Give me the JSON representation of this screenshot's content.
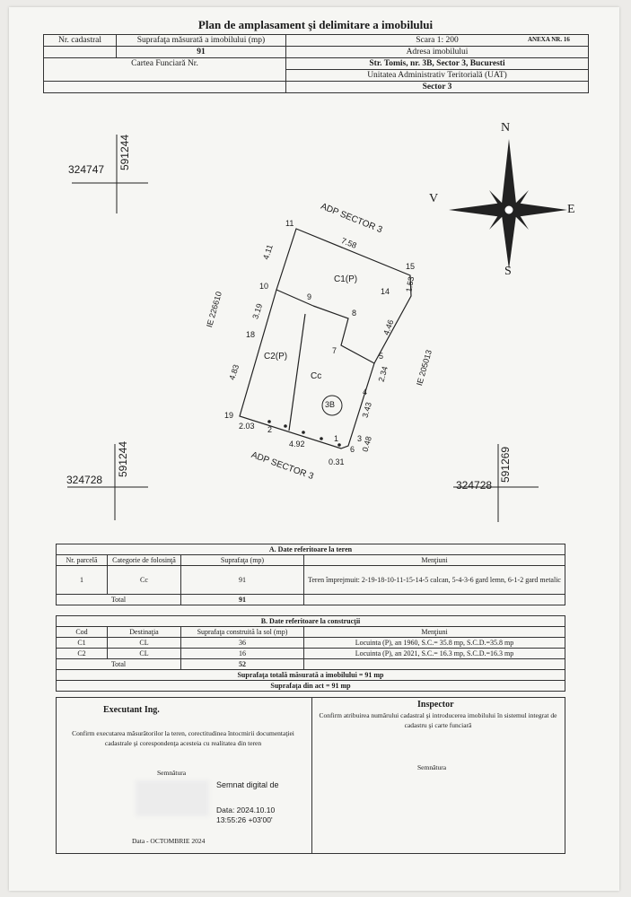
{
  "title": "Plan de amplasament şi delimitare a imobilului",
  "annex": "ANEXA NR. 16",
  "header": {
    "nr_cadastral_label": "Nr. cadastral",
    "suprafata_label": "Suprafaţa măsurată a imobilului (mp)",
    "suprafata_value": "91",
    "scale": "Scara 1: 200",
    "adresa_label": "Adresa imobilului",
    "adresa_value": "Str. Tomis, nr. 3B, Sector 3, Bucuresti",
    "carte_funciara_label": "Cartea Funciară Nr.",
    "uat_label": "Unitatea Administrativ Teritorială (UAT)",
    "uat_value": "Sector 3"
  },
  "plan": {
    "coords": {
      "top_left_x": "324747",
      "top_left_y": "591244",
      "bottom_left_x": "324728",
      "bottom_left_y": "591244",
      "bottom_right_x": "324728",
      "bottom_right_y": "591269"
    },
    "compass": {
      "n": "N",
      "s": "S",
      "e": "E",
      "v": "V"
    },
    "street_top": "ADP SECTOR 3",
    "street_bottom": "ADP SECTOR 3",
    "ie_left": "IE 226610",
    "ie_right": "IE 205013",
    "points": [
      "11",
      "15",
      "10",
      "9",
      "14",
      "18",
      "8",
      "7",
      "5",
      "4",
      "19",
      "2",
      "1",
      "6",
      "3"
    ],
    "dims": [
      "7.58",
      "4.11",
      "1.53",
      "3.19",
      "4.46",
      "4.83",
      "2.34",
      "3.43",
      "2.03",
      "4.92",
      "0.48",
      "0.31"
    ],
    "buildings": [
      "C1(P)",
      "C2(P)",
      "Cc"
    ],
    "parcel_label": "3B"
  },
  "table_a": {
    "section_title": "A. Date referitoare la teren",
    "headers": [
      "Nr. parcelă",
      "Categorie de folosinţă",
      "Suprafaţa (mp)",
      "Menţiuni"
    ],
    "row": [
      "1",
      "Cc",
      "91",
      "Teren împrejmuit: 2-19-18-10-11-15-14-5 calcan, 5-4-3-6 gard lemn, 6-1-2 gard metalic"
    ],
    "total_label": "Total",
    "total_value": "91"
  },
  "table_b": {
    "section_title": "B. Date referitoare la construcţii",
    "headers": [
      "Cod",
      "Destinaţia",
      "Suprafaţa construită la sol (mp)",
      "Menţiuni"
    ],
    "rows": [
      [
        "C1",
        "CL",
        "36",
        "Locuinta (P), an 1960, S.C.= 35.8 mp, S.C.D.=35.8 mp"
      ],
      [
        "C2",
        "CL",
        "16",
        "Locuinta (P), an 2021, S.C.= 16.3 mp, S.C.D.=16.3 mp"
      ]
    ],
    "total_label": "Total",
    "total_value": "52"
  },
  "totals": {
    "measured": "Suprafaţa totală măsurată a imobilului = 91 mp",
    "act": "Suprafaţa din act = 91 mp"
  },
  "executant": {
    "title": "Executant Ing.",
    "text": "Confirm executarea măsurătorilor la teren, corectitudinea întocmirii documentaţiei cadastrale şi corespondenţa acesteia cu realitatea din teren",
    "signature_label": "Semnătura",
    "digital_1": "Semnat digital de",
    "digital_2": "Data: 2024.10.10",
    "digital_3": "13:55:26 +03'00'",
    "date": "Data - OCTOMBRIE 2024"
  },
  "inspector": {
    "title": "Inspector",
    "text": "Confirm atribuirea numărului cadastral şi introducerea imobilului în sistemul integrat de cadastru şi carte funciară",
    "signature_label": "Semnătura"
  }
}
